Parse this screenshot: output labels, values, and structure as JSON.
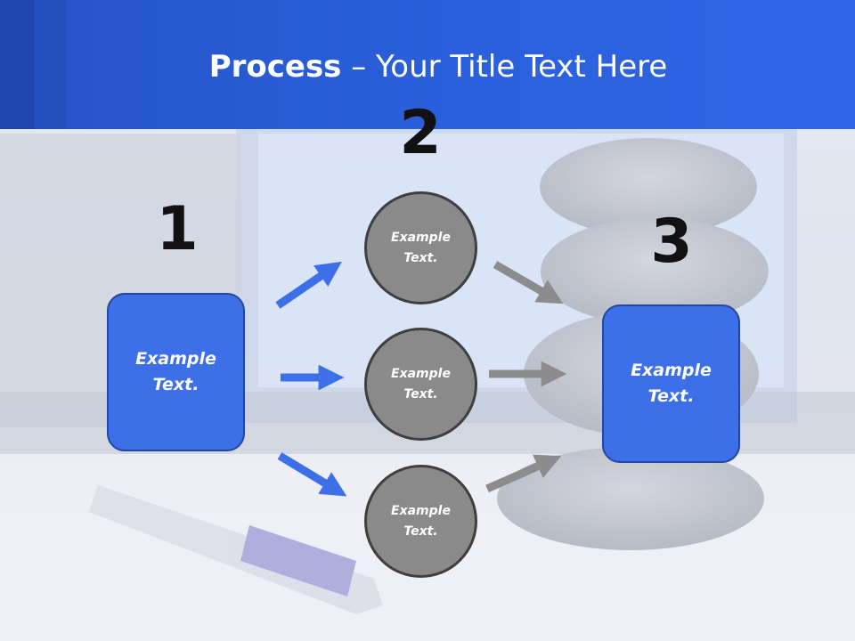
{
  "title": {
    "bold": "Process",
    "rest": " – Your Title Text Here"
  },
  "steps": {
    "one": "1",
    "two": "2",
    "three": "3"
  },
  "left_box": {
    "line1": "Example",
    "line2": "Text."
  },
  "right_box": {
    "line1": "Example",
    "line2": "Text."
  },
  "circles": [
    {
      "line1": "Example",
      "line2": "Text."
    },
    {
      "line1": "Example",
      "line2": "Text."
    },
    {
      "line1": "Example",
      "line2": "Text."
    }
  ],
  "colors": {
    "header": "#2a5fdb",
    "box_fill": "#3d6fe8",
    "circle_fill": "#8a8a8a",
    "blue_arrow": "#3d6fe8",
    "gray_arrow": "#8c8c8c"
  }
}
